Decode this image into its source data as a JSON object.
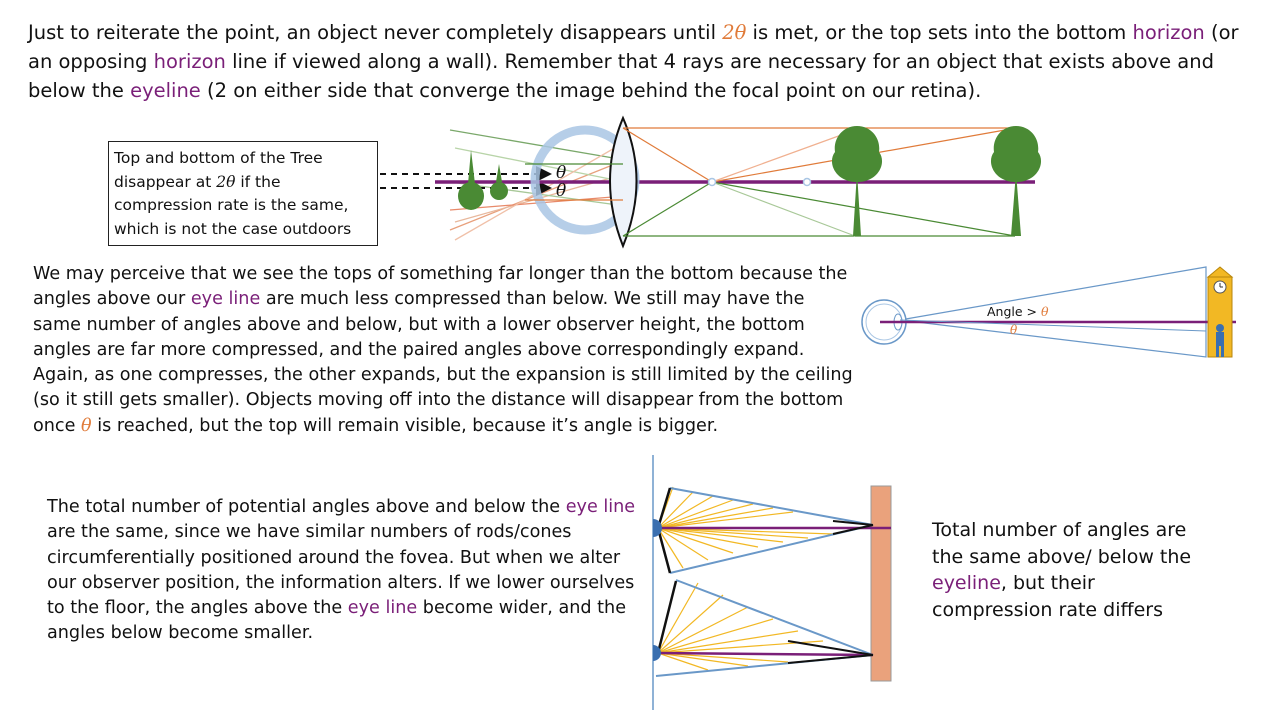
{
  "paragraph1": {
    "s1": "Just to reiterate the point, an object never completely disappears until ",
    "two_theta": "2θ",
    "s2": " is met, or the top sets into the bottom ",
    "horizon1": "horizon",
    "s3": " (or an opposing ",
    "horizon2": "horizon",
    "s4": " line if viewed along a wall).  Remember that 4 rays are necessary for an object that exists above and below the ",
    "eyeline": "eyeline",
    "s5": " (2 on either side that converge the image behind the focal point on our retina)."
  },
  "callout": {
    "t1": "Top and bottom of the Tree disappear at ",
    "two_theta": "2θ",
    "t2": " if the compression rate is the same, which is not the case outdoors"
  },
  "paragraph2": {
    "s1": "We may perceive that we see the tops of something far longer than the bottom because the angles above our ",
    "eye_line": "eye line",
    "s2": " are much less compressed than below.  We still may have the same number of angles above and below, but with a lower observer height, the bottom angles are far more compressed, and the paired angles above correspondingly expand.  Again, as one compresses, the other expands, but the expansion is still limited by the ceiling (so it still gets smaller).  Objects moving off into the distance will disappear from the bottom once ",
    "theta": "θ",
    "s3": " is reached, but the top will remain visible, because it’s angle is bigger."
  },
  "paragraph3": {
    "s1": "The total number of potential angles above and below the ",
    "eye_line1": "eye line",
    "s2": " are the same, since we have similar numbers of rods/cones circumferentially positioned around the fovea. But when we alter our observer position, the information alters.  If we lower ourselves to the floor, the angles above the ",
    "eye_line2": "eye line",
    "s3": " become wider, and the angles below become smaller."
  },
  "paragraph4": {
    "s1": "Total number of angles are the same above/ below the ",
    "eyeline": "eyeline",
    "s2": ", but their compression rate differs"
  },
  "lens_diagram": {
    "theta_upper": "θ",
    "theta_lower": "θ"
  },
  "eye_diagram": {
    "angle_prefix": "Angle > ",
    "angle_theta": "θ",
    "theta_label": "θ"
  },
  "colors": {
    "purple": "#7a1f78",
    "orange": "#e07b3a",
    "tree_green": "#4a8a34",
    "wall_salmon": "#eaa27c",
    "ray_yellow": "#f2b824",
    "ray_blue": "#5b8fc6"
  }
}
